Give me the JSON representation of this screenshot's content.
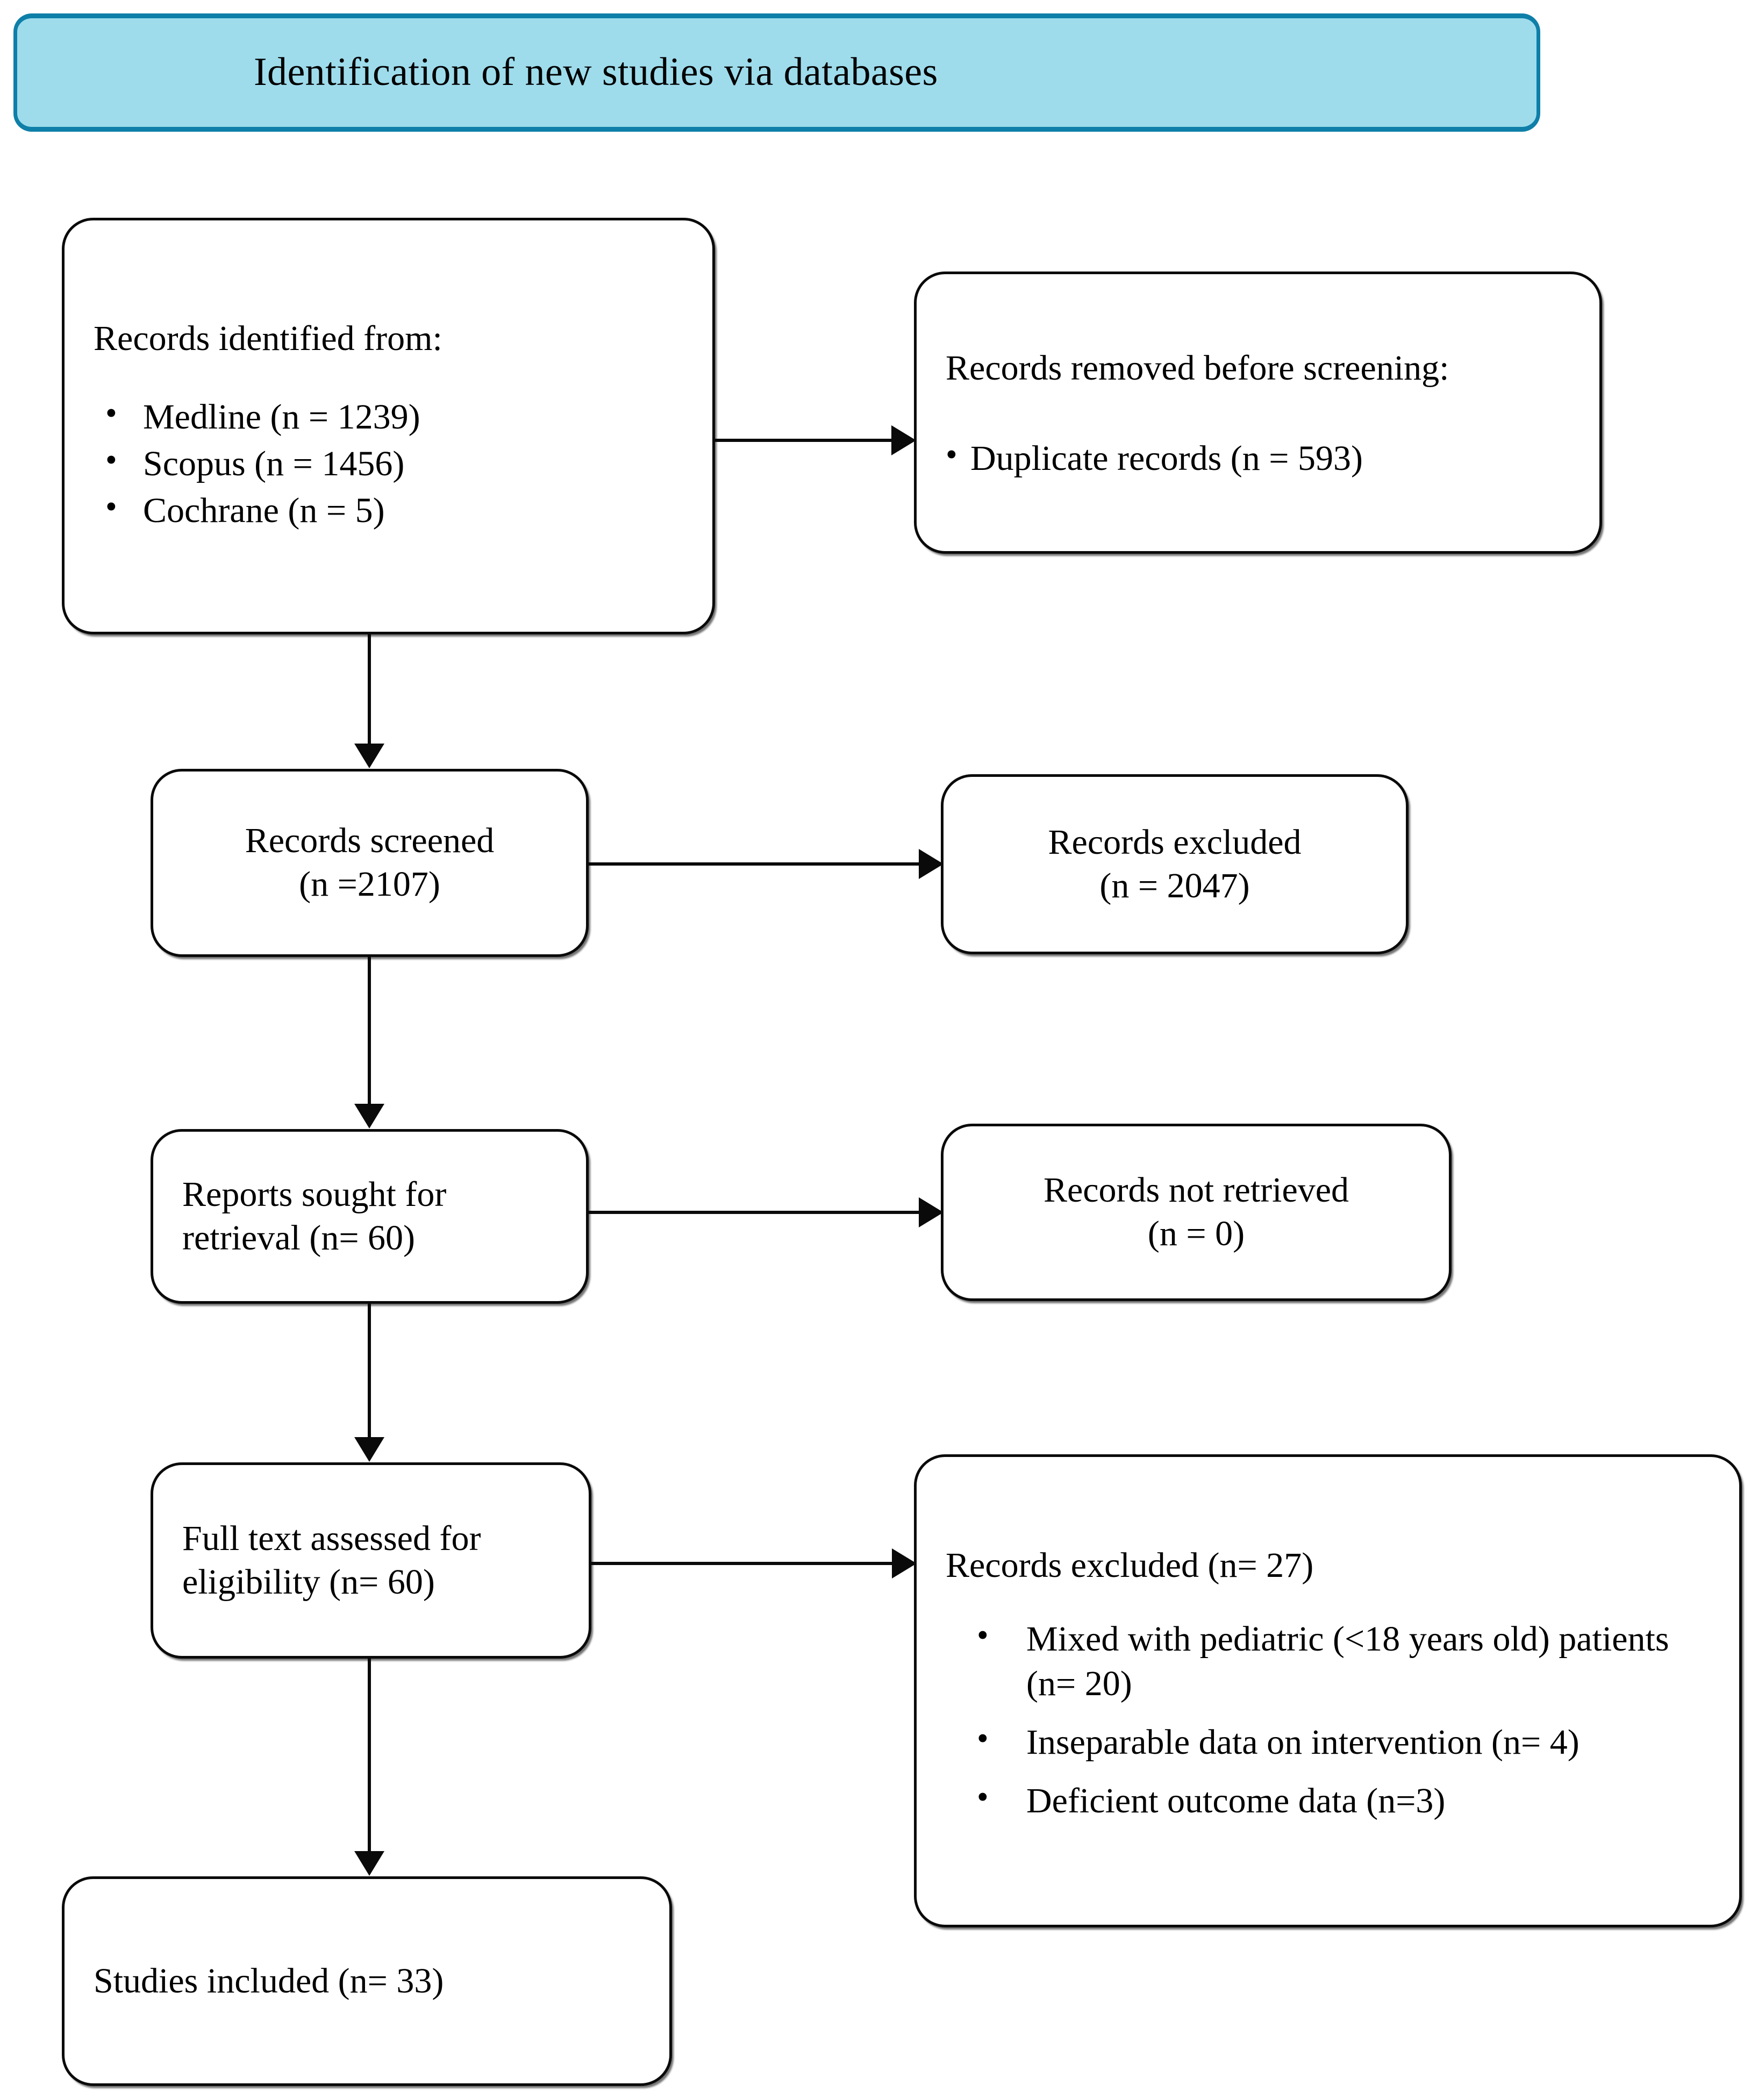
{
  "banner": {
    "title": "Identification of new studies via databases",
    "fill": "#9edcec",
    "border": "#0e7fa8"
  },
  "boxes": {
    "identified": {
      "heading": "Records identified from:",
      "items": [
        "Medline (n = 1239)",
        "Scopus (n = 1456)",
        "Cochrane (n = 5)"
      ]
    },
    "removed": {
      "heading": "Records removed before screening:",
      "items": [
        "Duplicate records (n = 593)"
      ]
    },
    "screened": {
      "line1": "Records screened",
      "line2": "(n =2107)"
    },
    "excluded_screening": {
      "line1": "Records excluded",
      "line2": "(n = 2047)"
    },
    "sought": {
      "line1": "Reports sought for",
      "line2": "retrieval (n= 60)"
    },
    "not_retrieved": {
      "line1": "Records not retrieved",
      "line2": "(n = 0)"
    },
    "fulltext": {
      "line1": "Full text assessed for",
      "line2": "eligibility (n= 60)"
    },
    "excluded_fulltext": {
      "heading": "Records excluded (n= 27)",
      "items": [
        " Mixed with pediatric (<18 years old) patients (n= 20)",
        "Inseparable data on intervention (n= 4)",
        "Deficient outcome data (n=3)"
      ]
    },
    "included": {
      "line1": "Studies included (n= 33)"
    }
  },
  "chart_data": {
    "type": "diagram",
    "title": "Identification of new studies via databases",
    "diagram_kind": "PRISMA 2020 flow diagram",
    "nodes": [
      {
        "id": "identified",
        "label": "Records identified from:",
        "values": {
          "Medline": 1239,
          "Scopus": 1456,
          "Cochrane": 5
        }
      },
      {
        "id": "removed",
        "label": "Records removed before screening:",
        "values": {
          "Duplicate records": 593
        }
      },
      {
        "id": "screened",
        "label": "Records screened",
        "n": 2107
      },
      {
        "id": "excluded_screening",
        "label": "Records excluded",
        "n": 2047
      },
      {
        "id": "sought",
        "label": "Reports sought for retrieval",
        "n": 60
      },
      {
        "id": "not_retrieved",
        "label": "Records not retrieved",
        "n": 0
      },
      {
        "id": "fulltext",
        "label": "Full text assessed for eligibility",
        "n": 60
      },
      {
        "id": "excluded_fulltext",
        "label": "Records excluded",
        "n": 27,
        "values": {
          "Mixed with pediatric (<18 years old) patients": 20,
          "Inseparable data on intervention": 4,
          "Deficient outcome data": 3
        }
      },
      {
        "id": "included",
        "label": "Studies included",
        "n": 33
      }
    ],
    "edges": [
      {
        "from": "identified",
        "to": "removed",
        "direction": "right"
      },
      {
        "from": "identified",
        "to": "screened",
        "direction": "down"
      },
      {
        "from": "screened",
        "to": "excluded_screening",
        "direction": "right"
      },
      {
        "from": "screened",
        "to": "sought",
        "direction": "down"
      },
      {
        "from": "sought",
        "to": "not_retrieved",
        "direction": "right"
      },
      {
        "from": "sought",
        "to": "fulltext",
        "direction": "down"
      },
      {
        "from": "fulltext",
        "to": "excluded_fulltext",
        "direction": "right"
      },
      {
        "from": "fulltext",
        "to": "included",
        "direction": "down"
      }
    ]
  }
}
